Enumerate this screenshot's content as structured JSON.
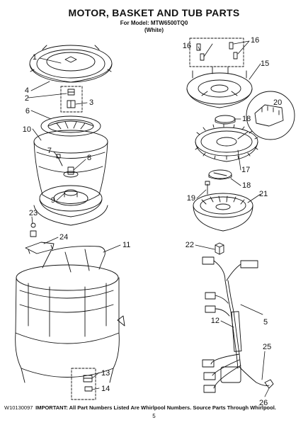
{
  "header": {
    "title": "MOTOR, BASKET AND TUB PARTS",
    "model_line": "For Model: MTW6500TQ0",
    "color_line": "(White)"
  },
  "callouts": [
    {
      "id": "1",
      "label": "1"
    },
    {
      "id": "2",
      "label": "2"
    },
    {
      "id": "3",
      "label": "3"
    },
    {
      "id": "4",
      "label": "4"
    },
    {
      "id": "5",
      "label": "5"
    },
    {
      "id": "6",
      "label": "6"
    },
    {
      "id": "7",
      "label": "7"
    },
    {
      "id": "8",
      "label": "8"
    },
    {
      "id": "9",
      "label": "9"
    },
    {
      "id": "10",
      "label": "10"
    },
    {
      "id": "11",
      "label": "11"
    },
    {
      "id": "12",
      "label": "12"
    },
    {
      "id": "13",
      "label": "13"
    },
    {
      "id": "14",
      "label": "14"
    },
    {
      "id": "15",
      "label": "15"
    },
    {
      "id": "16a",
      "label": "16"
    },
    {
      "id": "16b",
      "label": "16"
    },
    {
      "id": "17",
      "label": "17"
    },
    {
      "id": "18a",
      "label": "18"
    },
    {
      "id": "18b",
      "label": "18"
    },
    {
      "id": "19",
      "label": "19"
    },
    {
      "id": "20",
      "label": "20"
    },
    {
      "id": "21",
      "label": "21"
    },
    {
      "id": "22",
      "label": "22"
    },
    {
      "id": "23",
      "label": "23"
    },
    {
      "id": "24",
      "label": "24"
    },
    {
      "id": "25",
      "label": "25"
    },
    {
      "id": "26",
      "label": "26"
    }
  ],
  "footer": {
    "doc_code": "W10130097",
    "note": "IMPORTANT: All Part Numbers Listed Are Whirlpool Numbers. Source Parts Through Whirlpool.",
    "page": "5"
  }
}
